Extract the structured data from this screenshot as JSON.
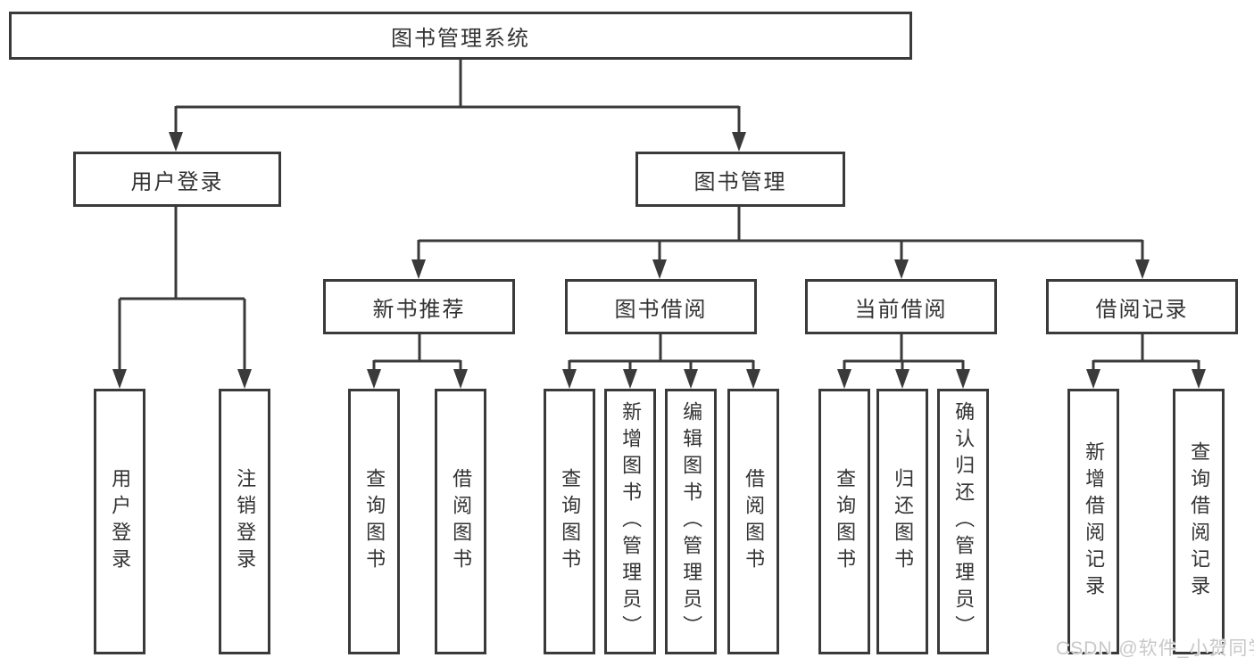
{
  "tree": {
    "root": "图书管理系统",
    "level1": [
      "用户登录",
      "图书管理"
    ],
    "level2": [
      "新书推荐",
      "图书借阅",
      "当前借阅",
      "借阅记录"
    ],
    "leaves": {
      "user_login": [
        "用户登录",
        "注销登录"
      ],
      "new_book_recommend": [
        "查询图书",
        "借阅图书"
      ],
      "book_borrow": [
        "查询图书",
        "新增图书（管理员）",
        "编辑图书（管理员）",
        "借阅图书"
      ],
      "current_borrow": [
        "查询图书",
        "归还图书",
        "确认归还（管理员）"
      ],
      "borrow_records": [
        "新增借阅记录",
        "查询借阅记录"
      ]
    }
  },
  "watermark": "CSDN @软件_小贺同学",
  "colors": {
    "line": "#3a3a3a",
    "text": "#333333",
    "watermark": "#c8c8c8",
    "background": "#ffffff"
  }
}
